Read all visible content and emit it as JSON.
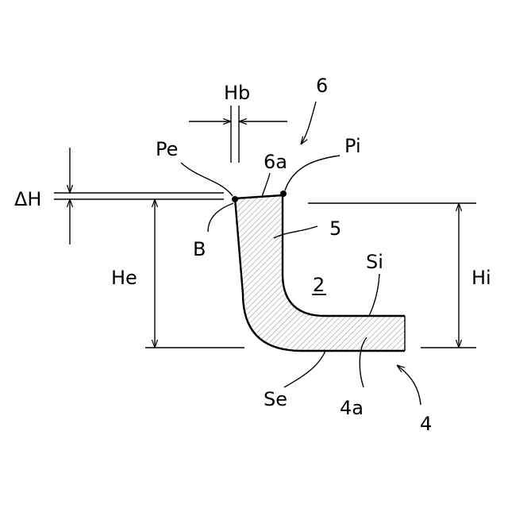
{
  "labels": {
    "hb": "Hb",
    "six": "6",
    "pe": "Pe",
    "six_a": "6a",
    "pi": "Pi",
    "delta_h": "ΔH",
    "five": "5",
    "b": "B",
    "he": "He",
    "si": "Si",
    "hi": "Hi",
    "two": "2",
    "se": "Se",
    "four_a": "4a",
    "four": "4"
  },
  "colors": {
    "stroke": "#000000",
    "hatch": "#888888",
    "background": "#ffffff"
  }
}
